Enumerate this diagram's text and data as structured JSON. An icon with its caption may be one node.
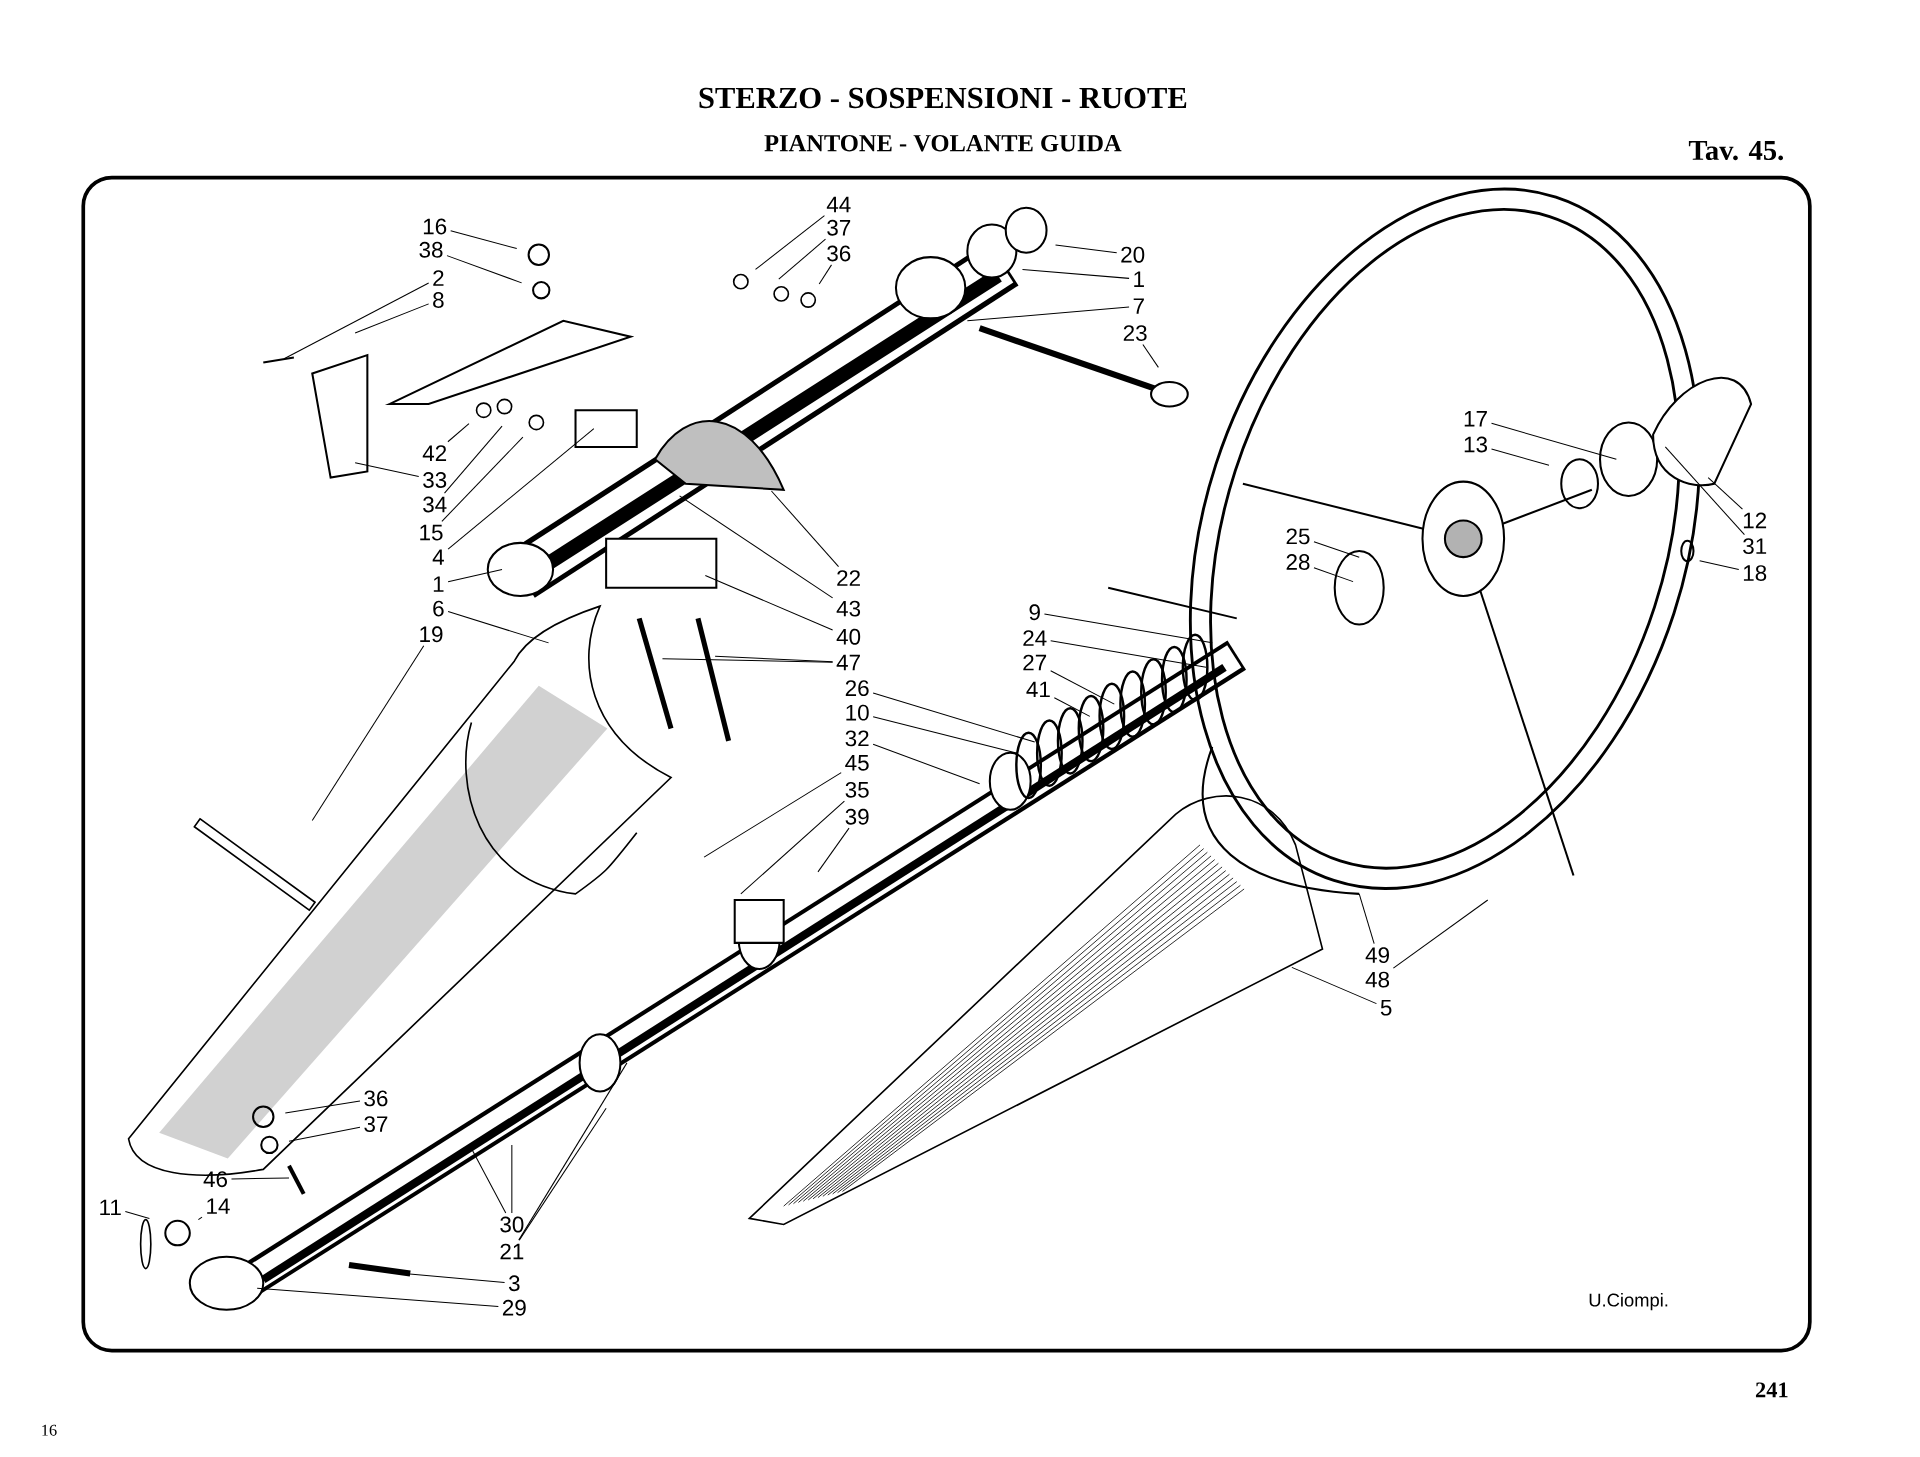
{
  "diagram": {
    "title": "STERZO - SOSPENSIONI - RUOTE",
    "nodes": [
      {
        "text": [
          "16"
        ]
      },
      {
        "text": [
          "38"
        ]
      },
      {
        "text": [
          "2"
        ]
      },
      {
        "text": [
          "8"
        ]
      },
      {
        "text": [
          "44"
        ]
      },
      {
        "text": [
          "37"
        ]
      },
      {
        "text": [
          "36"
        ]
      },
      {
        "text": [
          "20"
        ]
      },
      {
        "text": [
          "1"
        ]
      },
      {
        "text": [
          "7"
        ]
      },
      {
        "text": [
          "23"
        ]
      },
      {
        "text": [
          "17"
        ]
      },
      {
        "text": [
          "13"
        ]
      },
      {
        "text": [
          "42"
        ]
      },
      {
        "text": [
          "33"
        ]
      },
      {
        "text": [
          "34"
        ]
      },
      {
        "text": [
          "15"
        ]
      },
      {
        "text": [
          "12"
        ]
      },
      {
        "text": [
          "25"
        ]
      },
      {
        "text": [
          "31"
        ]
      },
      {
        "text": [
          "4"
        ]
      },
      {
        "text": [
          "28"
        ]
      },
      {
        "text": [
          "18"
        ]
      },
      {
        "text": [
          "22"
        ]
      },
      {
        "text": [
          "1"
        ]
      },
      {
        "text": [
          "6"
        ]
      },
      {
        "text": [
          "43"
        ]
      },
      {
        "text": [
          "9"
        ]
      },
      {
        "text": [
          "19"
        ]
      },
      {
        "text": [
          "40"
        ]
      },
      {
        "text": [
          "24"
        ]
      },
      {
        "text": [
          "47"
        ]
      },
      {
        "text": [
          "27"
        ]
      },
      {
        "text": [
          "26"
        ]
      },
      {
        "text": [
          "41"
        ]
      },
      {
        "text": [
          "10"
        ]
      },
      {
        "text": [
          "32"
        ]
      },
      {
        "text": [
          "45"
        ]
      },
      {
        "text": [
          "35"
        ]
      },
      {
        "text": [
          "39"
        ]
      },
      {
        "text": [
          "49"
        ]
      },
      {
        "text": [
          "48"
        ]
      },
      {
        "text": [
          "5"
        ]
      },
      {
        "text": [
          "36"
        ]
      },
      {
        "text": [
          "37"
        ]
      },
      {
        "text": [
          "46"
        ]
      },
      {
        "text": [
          "11"
        ]
      },
      {
        "text": [
          "14"
        ]
      },
      {
        "text": [
          "30"
        ]
      },
      {
        "text": [
          "21"
        ]
      },
      {
        "text": [
          "3"
        ]
      },
      {
        "text": [
          "29"
        ]
      }
    ],
    "edges": [
      {
        "from": 0,
        "to": null,
        "arrow": "none"
      },
      {
        "from": 1,
        "to": null,
        "arrow": "none"
      },
      {
        "from": 2,
        "to": null,
        "arrow": "none"
      },
      {
        "from": 3,
        "to": null,
        "arrow": "none"
      },
      {
        "from": 4,
        "to": null,
        "arrow": "none"
      },
      {
        "from": 5,
        "to": null,
        "arrow": "none"
      },
      {
        "from": 6,
        "to": null,
        "arrow": "none"
      },
      {
        "from": 7,
        "to": null,
        "arrow": "none"
      },
      {
        "from": 8,
        "to": null,
        "arrow": "none"
      },
      {
        "from": 9,
        "to": null,
        "arrow": "none"
      },
      {
        "from": 10,
        "to": null,
        "arrow": "none"
      },
      {
        "from": 11,
        "to": null,
        "arrow": "none"
      },
      {
        "from": 12,
        "to": null,
        "arrow": "none"
      },
      {
        "from": 13,
        "to": null,
        "arrow": "none"
      },
      {
        "from": 14,
        "to": null,
        "arrow": "none"
      },
      {
        "from": 15,
        "to": null,
        "arrow": "none"
      },
      {
        "from": 16,
        "to": null,
        "arrow": "none"
      },
      {
        "from": 17,
        "to": null,
        "arrow": "none"
      },
      {
        "from": 18,
        "to": null,
        "arrow": "none"
      },
      {
        "from": 19,
        "to": null,
        "arrow": "none"
      },
      {
        "from": 20,
        "to": null,
        "arrow": "none"
      },
      {
        "from": 21,
        "to": null,
        "arrow": "none"
      },
      {
        "from": 22,
        "to": null,
        "arrow": "none"
      },
      {
        "from": 23,
        "to": null,
        "arrow": "none"
      },
      {
        "from": 24,
        "to": null,
        "arrow": "none"
      },
      {
        "from": 25,
        "to": null,
        "arrow": "none"
      },
      {
        "from": 26,
        "to": null,
        "arrow": "none"
      },
      {
        "from": 27,
        "to": null,
        "arrow": "none"
      },
      {
        "from": 28,
        "to": null,
        "arrow": "none"
      },
      {
        "from": 29,
        "to": null,
        "arrow": "none"
      },
      {
        "from": 30,
        "to": null,
        "arrow": "none"
      },
      {
        "from": 31,
        "to": null,
        "arrow": "none"
      },
      {
        "from": 31,
        "to": null,
        "arrow": "none"
      },
      {
        "from": 32,
        "to": null,
        "arrow": "none"
      },
      {
        "from": 33,
        "to": null,
        "arrow": "none"
      },
      {
        "from": 34,
        "to": null,
        "arrow": "none"
      },
      {
        "from": 35,
        "to": null,
        "arrow": "none"
      },
      {
        "from": 36,
        "to": null,
        "arrow": "none"
      },
      {
        "from": 37,
        "to": null,
        "arrow": "none"
      },
      {
        "from": 38,
        "to": null,
        "arrow": "none"
      },
      {
        "from": 39,
        "to": null,
        "arrow": "none"
      },
      {
        "from": 40,
        "to": null,
        "arrow": "none"
      },
      {
        "from": 41,
        "to": null,
        "arrow": "none"
      },
      {
        "from": 42,
        "to": null,
        "arrow": "none"
      },
      {
        "from": 43,
        "to": null,
        "arrow": "none"
      },
      {
        "from": 44,
        "to": null,
        "arrow": "none"
      },
      {
        "from": 45,
        "to": null,
        "arrow": "none"
      },
      {
        "from": 46,
        "to": null,
        "arrow": "none"
      },
      {
        "from": 47,
        "to": null,
        "arrow": "none"
      },
      {
        "from": 48,
        "to": null,
        "arrow": "none"
      },
      {
        "from": 48,
        "to": null,
        "arrow": "none"
      },
      {
        "from": 49,
        "to": null,
        "arrow": "none"
      },
      {
        "from": 49,
        "to": null,
        "arrow": "none"
      },
      {
        "from": 50,
        "to": null,
        "arrow": "none"
      },
      {
        "from": 51,
        "to": null,
        "arrow": "none"
      }
    ],
    "labels": [
      "PIANTONE - VOLANTE GUIDA",
      "Tav. 45.",
      "U.Ciompi.",
      "241",
      "16"
    ]
  }
}
